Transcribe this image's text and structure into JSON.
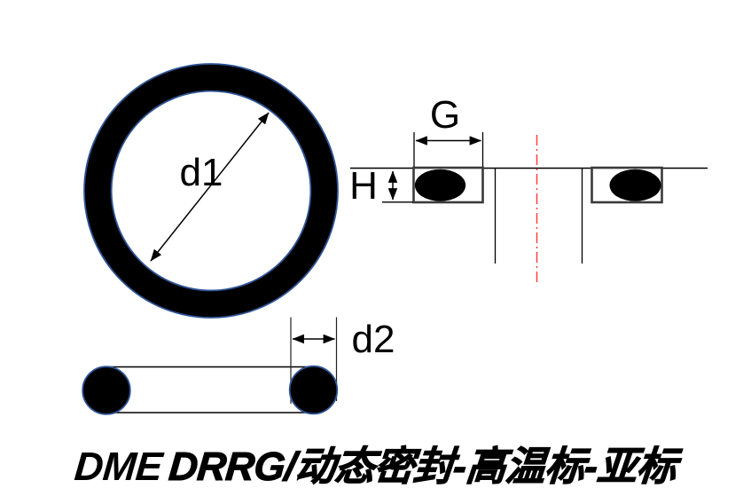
{
  "figure": {
    "labels": {
      "d1": "d1",
      "d2": "d2",
      "G": "G",
      "H": "H"
    }
  },
  "title": {
    "brand": "DME",
    "series": "DRRG",
    "rest": "/动态密封-高温标-亚标",
    "full": "DME DRRG/动态密封-高温标-亚标"
  },
  "colors": {
    "background": "#ffffff",
    "line": "#000000",
    "ring_outline": "#2f5597",
    "groove_border": "#3a3a3a",
    "centerline_red": "#ff1f1f"
  }
}
